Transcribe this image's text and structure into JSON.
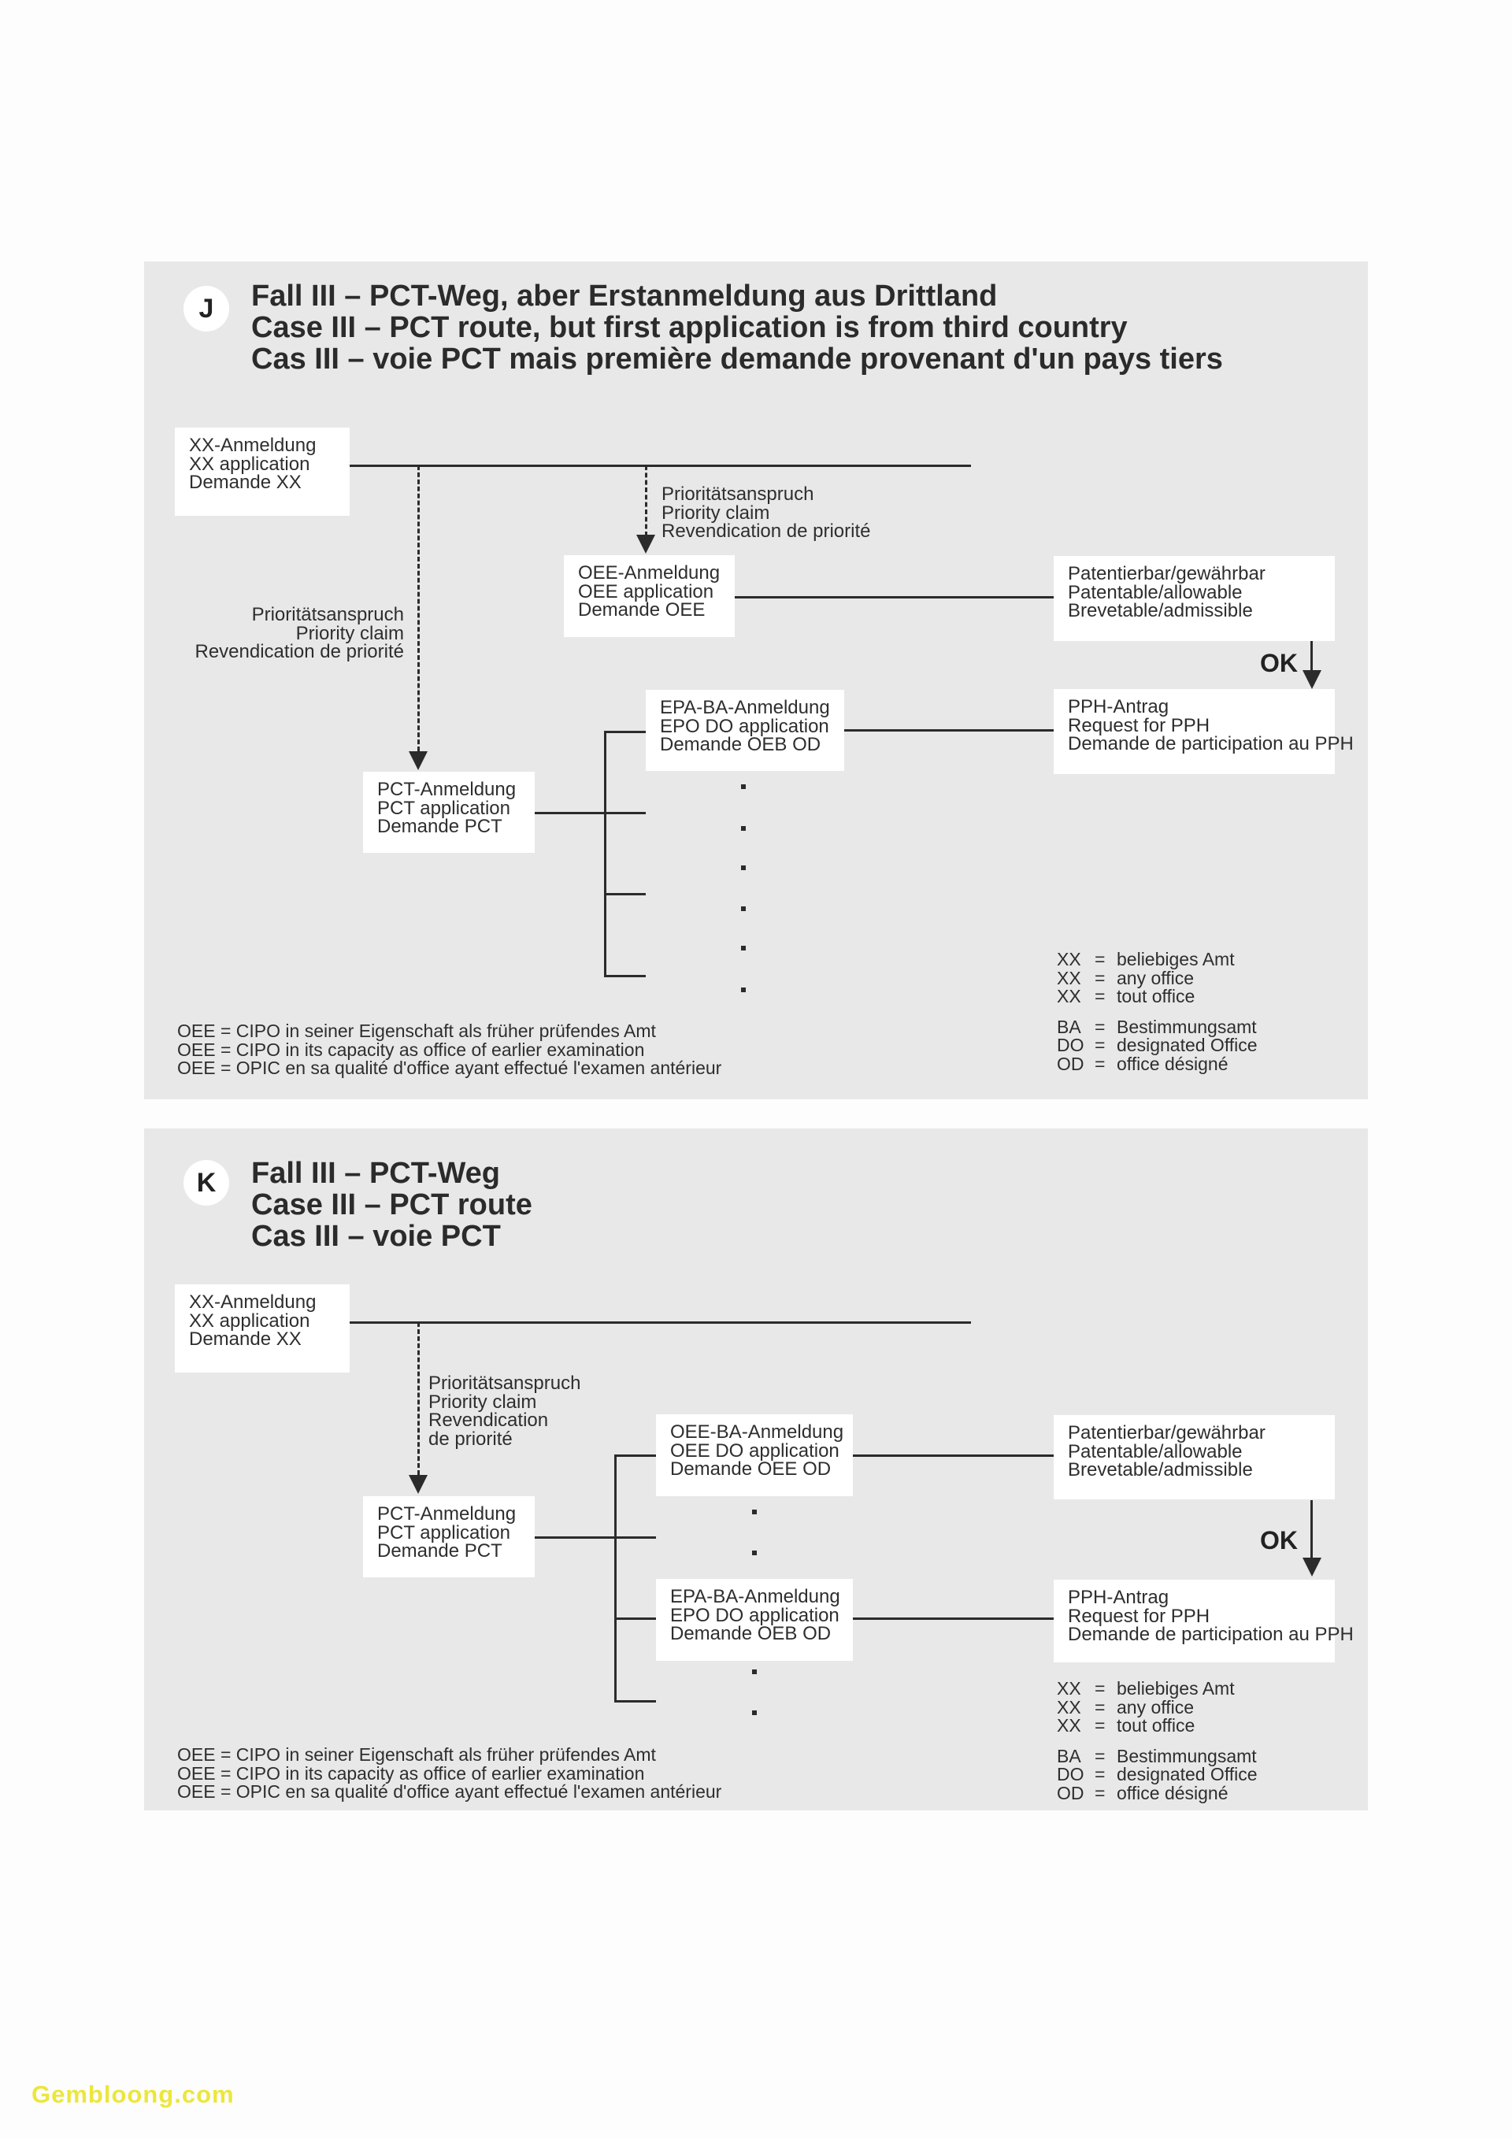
{
  "watermark": "Gembloong.com",
  "panels": {
    "j": {
      "badge": "J",
      "title": [
        "Fall III – PCT-Weg, aber Erstanmeldung aus Drittland",
        "Case III – PCT route, but first application is from third country",
        "Cas III – voie PCT mais première demande provenant d'un pays tiers"
      ],
      "boxes": {
        "xx": [
          "XX-Anmeldung",
          "XX application",
          "Demande XX"
        ],
        "oee": [
          "OEE-Anmeldung",
          "OEE application",
          "Demande OEE"
        ],
        "patentable": [
          "Patentierbar/gewährbar",
          "Patentable/allowable",
          "Brevetable/admissible"
        ],
        "epa": [
          "EPA-BA-Anmeldung",
          "EPO DO application",
          "Demande OEB OD"
        ],
        "pct": [
          "PCT-Anmeldung",
          "PCT application",
          "Demande PCT"
        ],
        "pph": [
          "PPH-Antrag",
          "Request for PPH",
          "Demande de participation au PPH"
        ]
      },
      "priority_left": [
        "Prioritätsanspruch",
        "Priority claim",
        "Revendication de priorité"
      ],
      "priority_right": [
        "Prioritätsanspruch",
        "Priority claim",
        "Revendication de priorité"
      ],
      "ok_label": "OK",
      "footnotes": [
        "OEE = CIPO in seiner Eigenschaft als früher prüfendes Amt",
        "OEE = CIPO in its capacity as office of earlier examination",
        "OEE = OPIC en sa qualité d'office ayant effectué l'examen antérieur"
      ],
      "legend_xx": [
        {
          "k": "XX",
          "eq": "=",
          "v": "beliebiges Amt"
        },
        {
          "k": "XX",
          "eq": "=",
          "v": "any office"
        },
        {
          "k": "XX",
          "eq": "=",
          "v": "tout office"
        }
      ],
      "legend_ba": [
        {
          "k": "BA",
          "eq": "=",
          "v": "Bestimmungsamt"
        },
        {
          "k": "DO",
          "eq": "=",
          "v": "designated Office"
        },
        {
          "k": "OD",
          "eq": "=",
          "v": "office désigné"
        }
      ]
    },
    "k": {
      "badge": "K",
      "title": [
        "Fall III – PCT-Weg",
        "Case III – PCT route",
        "Cas III – voie PCT"
      ],
      "boxes": {
        "xx": [
          "XX-Anmeldung",
          "XX application",
          "Demande XX"
        ],
        "oeeba": [
          "OEE-BA-Anmeldung",
          "OEE DO application",
          "Demande OEE OD"
        ],
        "patentable": [
          "Patentierbar/gewährbar",
          "Patentable/allowable",
          "Brevetable/admissible"
        ],
        "epa": [
          "EPA-BA-Anmeldung",
          "EPO DO application",
          "Demande OEB OD"
        ],
        "pct": [
          "PCT-Anmeldung",
          "PCT application",
          "Demande PCT"
        ],
        "pph": [
          "PPH-Antrag",
          "Request for PPH",
          "Demande de participation au PPH"
        ]
      },
      "priority": [
        "Prioritätsanspruch",
        "Priority claim",
        "Revendication",
        "de priorité"
      ],
      "ok_label": "OK",
      "footnotes": [
        "OEE = CIPO in seiner Eigenschaft als früher prüfendes Amt",
        "OEE = CIPO in its capacity as office of earlier examination",
        "OEE = OPIC en sa qualité d'office ayant effectué l'examen antérieur"
      ],
      "legend_xx": [
        {
          "k": "XX",
          "eq": "=",
          "v": "beliebiges Amt"
        },
        {
          "k": "XX",
          "eq": "=",
          "v": "any office"
        },
        {
          "k": "XX",
          "eq": "=",
          "v": "tout office"
        }
      ],
      "legend_ba": [
        {
          "k": "BA",
          "eq": "=",
          "v": "Bestimmungsamt"
        },
        {
          "k": "DO",
          "eq": "=",
          "v": "designated Office"
        },
        {
          "k": "OD",
          "eq": "=",
          "v": "office désigné"
        }
      ]
    }
  }
}
